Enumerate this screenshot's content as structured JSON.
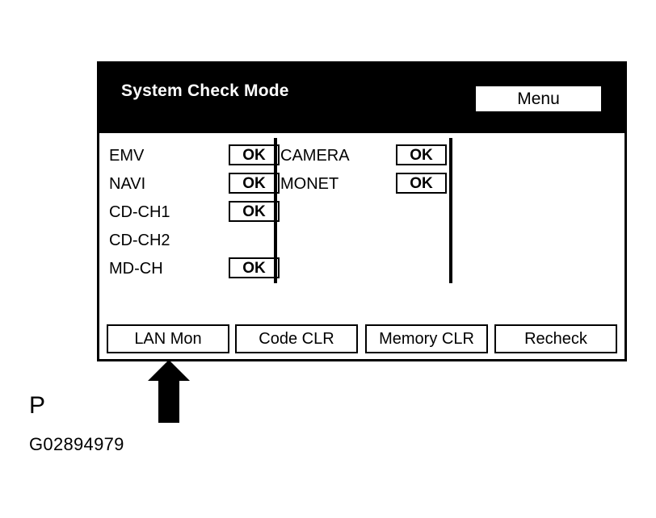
{
  "panel": {
    "title": "System Check Mode",
    "menu_button": "Menu",
    "colors": {
      "header_background": "#000000",
      "header_text": "#ffffff",
      "panel_background": "#ffffff",
      "border": "#000000"
    }
  },
  "status": {
    "columns": [
      {
        "name": "left",
        "rows": [
          {
            "label": "EMV",
            "value": "OK",
            "has_box": true
          },
          {
            "label": "NAVI",
            "value": "OK",
            "has_box": true
          },
          {
            "label": "CD-CH1",
            "value": "OK",
            "has_box": true
          },
          {
            "label": "CD-CH2",
            "value": "",
            "has_box": false
          },
          {
            "label": "MD-CH",
            "value": "OK",
            "has_box": true
          }
        ]
      },
      {
        "name": "right",
        "rows": [
          {
            "label": "CAMERA",
            "value": "OK",
            "has_box": true
          },
          {
            "label": "MONET",
            "value": "OK",
            "has_box": true
          },
          {
            "label": "",
            "value": "",
            "has_box": false
          },
          {
            "label": "",
            "value": "",
            "has_box": false
          },
          {
            "label": "",
            "value": "",
            "has_box": false
          }
        ]
      }
    ]
  },
  "actions": [
    {
      "label": "LAN Mon"
    },
    {
      "label": "Code CLR"
    },
    {
      "label": "Memory CLR"
    },
    {
      "label": "Recheck"
    }
  ],
  "caption": {
    "letter": "P",
    "code": "G02894979"
  }
}
